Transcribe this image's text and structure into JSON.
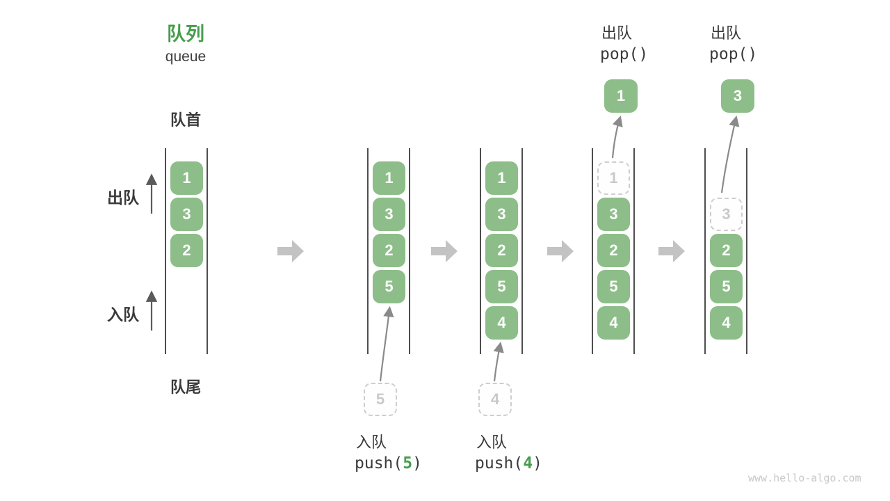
{
  "header": {
    "title": "队列",
    "subtitle": "queue"
  },
  "side_labels": {
    "front": "队首",
    "rear": "队尾",
    "dequeue": "出队",
    "enqueue": "入队"
  },
  "watermark": "www.hello-algo.com",
  "colors": {
    "title_green": "#469d4d",
    "item_green": "#8dbe89",
    "ghost_gray": "#c9c9c9",
    "step_arrow_gray": "#c3c3c3",
    "channel_line": "#4e4e4e",
    "flow_arrow_gray": "#8a8a8a",
    "text_dark": "#3a3a3a"
  },
  "columns": [
    {
      "name": "state-1-initial",
      "slots": [
        {
          "type": "filled",
          "value": "1"
        },
        {
          "type": "filled",
          "value": "3"
        },
        {
          "type": "filled",
          "value": "2"
        }
      ]
    },
    {
      "name": "state-2-after-push-5",
      "slots": [
        {
          "type": "filled",
          "value": "1"
        },
        {
          "type": "filled",
          "value": "3"
        },
        {
          "type": "filled",
          "value": "2"
        },
        {
          "type": "filled",
          "value": "5"
        }
      ],
      "ghost_below": "5",
      "operation": {
        "label": "入队",
        "code_before": "push(",
        "arg": "5",
        "code_after": ")"
      }
    },
    {
      "name": "state-3-after-push-4",
      "slots": [
        {
          "type": "filled",
          "value": "1"
        },
        {
          "type": "filled",
          "value": "3"
        },
        {
          "type": "filled",
          "value": "2"
        },
        {
          "type": "filled",
          "value": "5"
        },
        {
          "type": "filled",
          "value": "4"
        }
      ],
      "ghost_below": "4",
      "operation": {
        "label": "入队",
        "code_before": "push(",
        "arg": "4",
        "code_after": ")"
      }
    },
    {
      "name": "state-4-after-pop-1",
      "slots": [
        {
          "type": "ghost",
          "value": "1"
        },
        {
          "type": "filled",
          "value": "3"
        },
        {
          "type": "filled",
          "value": "2"
        },
        {
          "type": "filled",
          "value": "5"
        },
        {
          "type": "filled",
          "value": "4"
        }
      ],
      "popped": "1",
      "operation_top": {
        "label": "出队",
        "code": "pop()"
      }
    },
    {
      "name": "state-5-after-pop-3",
      "slots": [
        {
          "type": "empty"
        },
        {
          "type": "ghost",
          "value": "3"
        },
        {
          "type": "filled",
          "value": "2"
        },
        {
          "type": "filled",
          "value": "5"
        },
        {
          "type": "filled",
          "value": "4"
        }
      ],
      "popped": "3",
      "operation_top": {
        "label": "出队",
        "code": "pop()"
      }
    }
  ]
}
